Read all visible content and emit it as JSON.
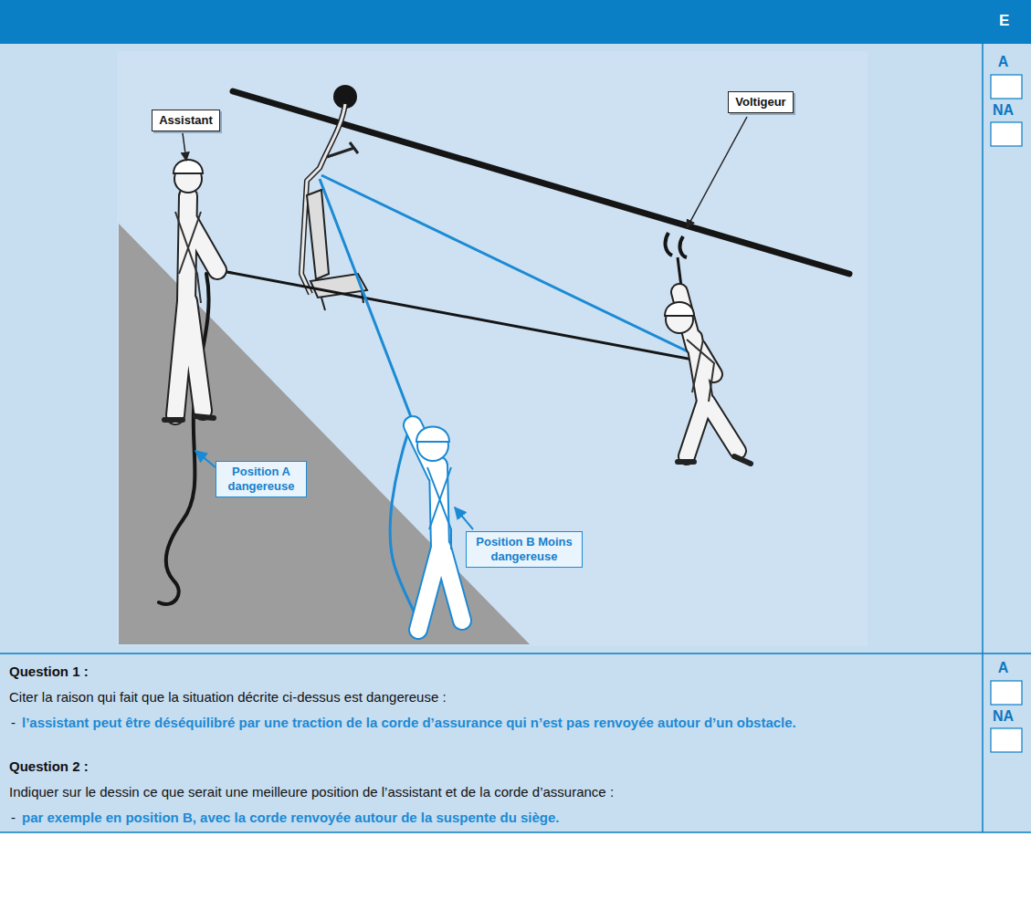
{
  "diagram": {
    "nodes": [
      {
        "text": [
          "Assistant"
        ]
      },
      {
        "text": [
          "Voltigeur"
        ]
      },
      {
        "text": [
          "Position A dangereuse"
        ]
      },
      {
        "text": [
          "Position B Moins dangereuse"
        ]
      }
    ],
    "labels": [
      "E",
      "A",
      "NA",
      "A",
      "NA",
      "Question 1 :",
      "Citer la raison qui fait que la situation décrite ci-dessus est dangereuse :",
      "-",
      "l’assistant peut être déséquilibré par une traction de la corde d’assurance qui n’est pas renvoyée autour d’un obstacle.",
      "Question 2 :",
      "Indiquer sur le dessin ce que serait une meilleure position de l’assistant et de la corde d’assurance :",
      "-",
      "par exemple en position B, avec la corde renvoyée autour de la suspente du siège."
    ]
  }
}
